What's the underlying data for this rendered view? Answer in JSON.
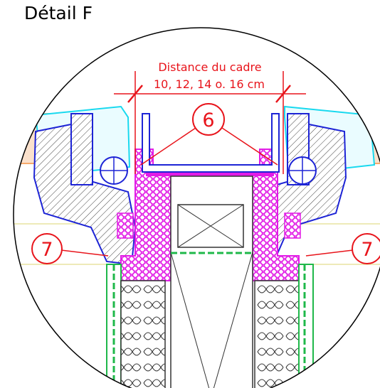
{
  "title": "Détail F",
  "dimension": {
    "line1": "Distance du cadre",
    "line2": "10, 12, 14 o. 16 cm"
  },
  "callouts": {
    "six": "6",
    "seven_left": "7",
    "seven_right": "7"
  },
  "colors": {
    "red": "#e8141b",
    "magenta": "#e21ce6",
    "cyan": "#18d9ef",
    "blue": "#1d24d6",
    "green": "#1fb84a",
    "hatch": "#444444",
    "brick": "#f6a96b"
  }
}
